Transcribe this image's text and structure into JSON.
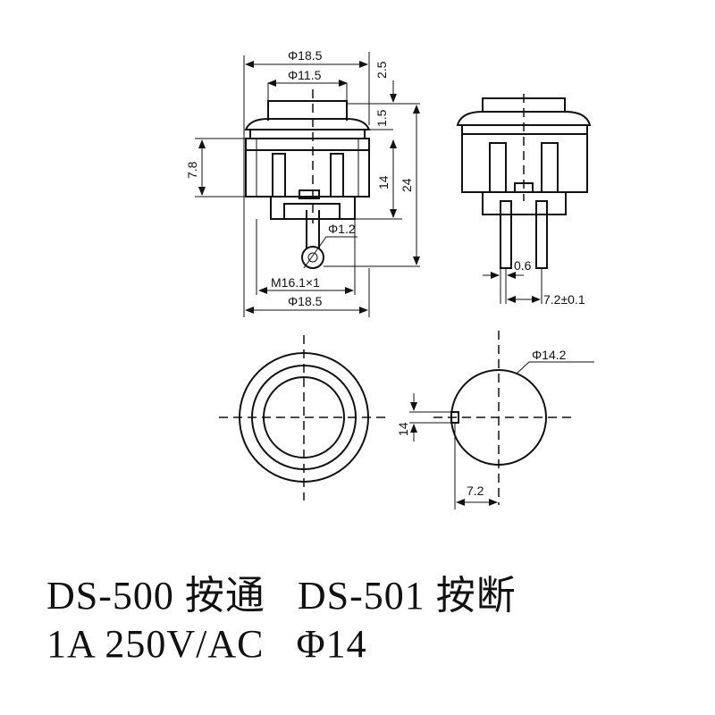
{
  "front_view": {
    "dim_outer_top": "Φ18.5",
    "dim_cap": "Φ11.5",
    "dim_cap_height": "2.5",
    "dim_flange": "1.5",
    "dim_body_height": "14",
    "dim_total_height": "24",
    "dim_panel": "7.8",
    "dim_hole": "Φ1.2",
    "dim_thread": "M16.1×1",
    "dim_outer_bottom": "Φ18.5"
  },
  "side_view": {
    "dim_pin": "0.6",
    "dim_pin_pitch": "7.2±0.1"
  },
  "panel_cutout": {
    "dim_diameter": "Φ14.2",
    "dim_slot": "14",
    "dim_offset": "7.2"
  },
  "caption": {
    "line1": "DS-500 按通   DS-501 按断",
    "line2": "1A 250V/AC   Φ14"
  }
}
